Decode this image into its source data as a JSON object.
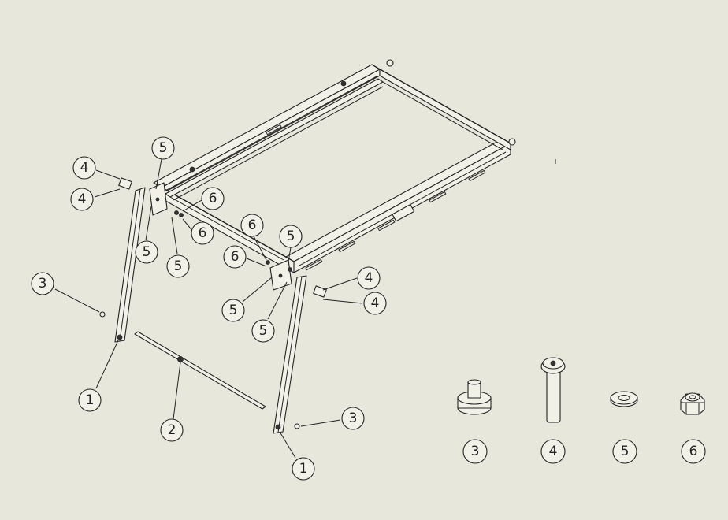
{
  "balloons": [
    {
      "id": "b-4a",
      "label": "4"
    },
    {
      "id": "b-4b",
      "label": "4"
    },
    {
      "id": "b-5a",
      "label": "5"
    },
    {
      "id": "b-6a",
      "label": "6"
    },
    {
      "id": "b-6b",
      "label": "6"
    },
    {
      "id": "b-5b",
      "label": "5"
    },
    {
      "id": "b-5c",
      "label": "5"
    },
    {
      "id": "b-6c",
      "label": "6"
    },
    {
      "id": "b-6d",
      "label": "6"
    },
    {
      "id": "b-5d",
      "label": "5"
    },
    {
      "id": "b-5e",
      "label": "5"
    },
    {
      "id": "b-5f",
      "label": "5"
    },
    {
      "id": "b-4c",
      "label": "4"
    },
    {
      "id": "b-4d",
      "label": "4"
    },
    {
      "id": "b-3a",
      "label": "3"
    },
    {
      "id": "b-1a",
      "label": "1"
    },
    {
      "id": "b-2",
      "label": "2"
    },
    {
      "id": "b-3b",
      "label": "3"
    },
    {
      "id": "b-1b",
      "label": "1"
    }
  ],
  "legend": [
    {
      "label": "3",
      "icon": "knob-icon"
    },
    {
      "label": "4",
      "icon": "bolt-icon"
    },
    {
      "label": "5",
      "icon": "washer-icon"
    },
    {
      "label": "6",
      "icon": "nut-icon"
    }
  ]
}
